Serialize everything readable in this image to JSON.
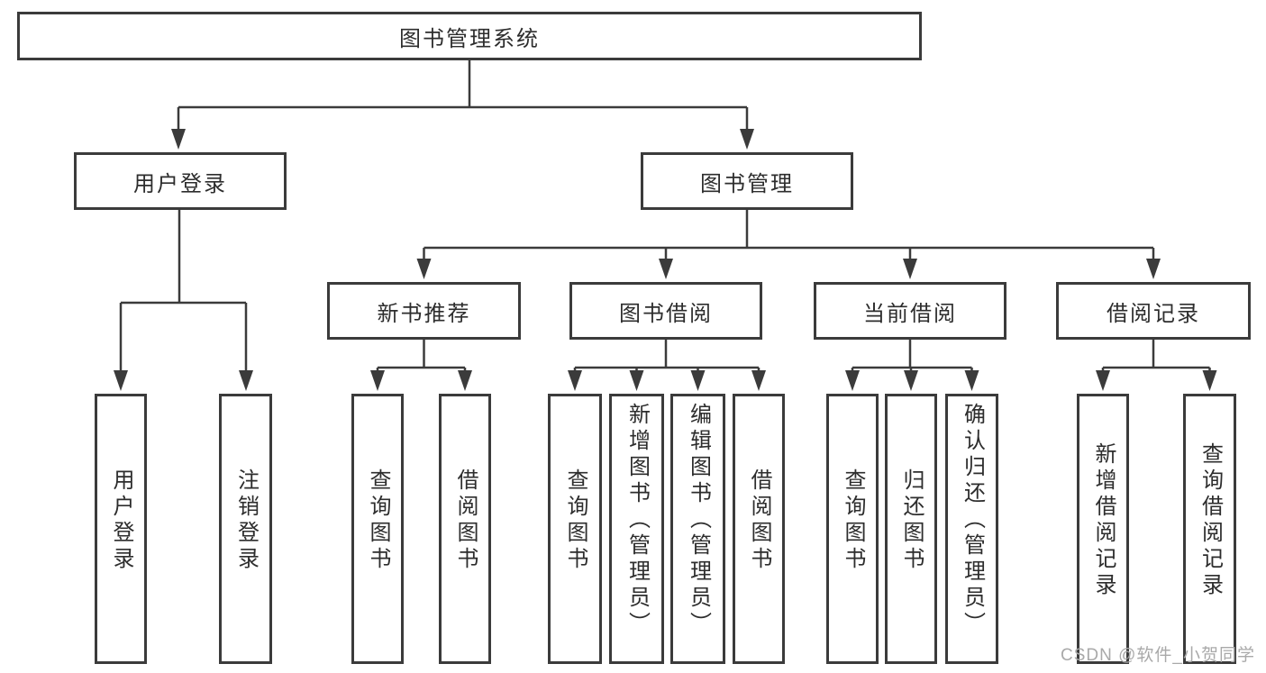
{
  "diagram": {
    "title": "图书管理系统",
    "type": "function-structure-tree",
    "colors": {
      "background": "#ffffff",
      "line": "#3b3b3b",
      "text": "#2d2d2d",
      "watermark": "#a9a9a9"
    },
    "watermark": "CSDN @软件_小贺同学"
  },
  "nodes": {
    "root": {
      "label": "图书管理系统"
    },
    "user_login": {
      "label": "用户登录"
    },
    "book_mgmt": {
      "label": "图书管理"
    },
    "new_book": {
      "label": "新书推荐"
    },
    "book_borrow": {
      "label": "图书借阅"
    },
    "current_borrow": {
      "label": "当前借阅"
    },
    "borrow_records": {
      "label": "借阅记录"
    },
    "login": {
      "label": "用户登录"
    },
    "logout": {
      "label": "注销登录"
    },
    "nb_query": {
      "label": "查询图书"
    },
    "nb_borrow": {
      "label": "借阅图书"
    },
    "bb_query": {
      "label": "查询图书"
    },
    "bb_add": {
      "label": "新增图书（管理员）"
    },
    "bb_edit": {
      "label": "编辑图书（管理员）"
    },
    "bb_borrow": {
      "label": "借阅图书"
    },
    "cb_query": {
      "label": "查询图书"
    },
    "cb_return": {
      "label": "归还图书"
    },
    "cb_confirm": {
      "label": "确认归还（管理员）"
    },
    "br_add": {
      "label": "新增借阅记录"
    },
    "br_query": {
      "label": "查询借阅记录"
    }
  },
  "hierarchy": {
    "root": [
      "user_login",
      "book_mgmt"
    ],
    "user_login": [
      "login",
      "logout"
    ],
    "book_mgmt": [
      "new_book",
      "book_borrow",
      "current_borrow",
      "borrow_records"
    ],
    "new_book": [
      "nb_query",
      "nb_borrow"
    ],
    "book_borrow": [
      "bb_query",
      "bb_add",
      "bb_edit",
      "bb_borrow"
    ],
    "current_borrow": [
      "cb_query",
      "cb_return",
      "cb_confirm"
    ],
    "borrow_records": [
      "br_add",
      "br_query"
    ]
  }
}
